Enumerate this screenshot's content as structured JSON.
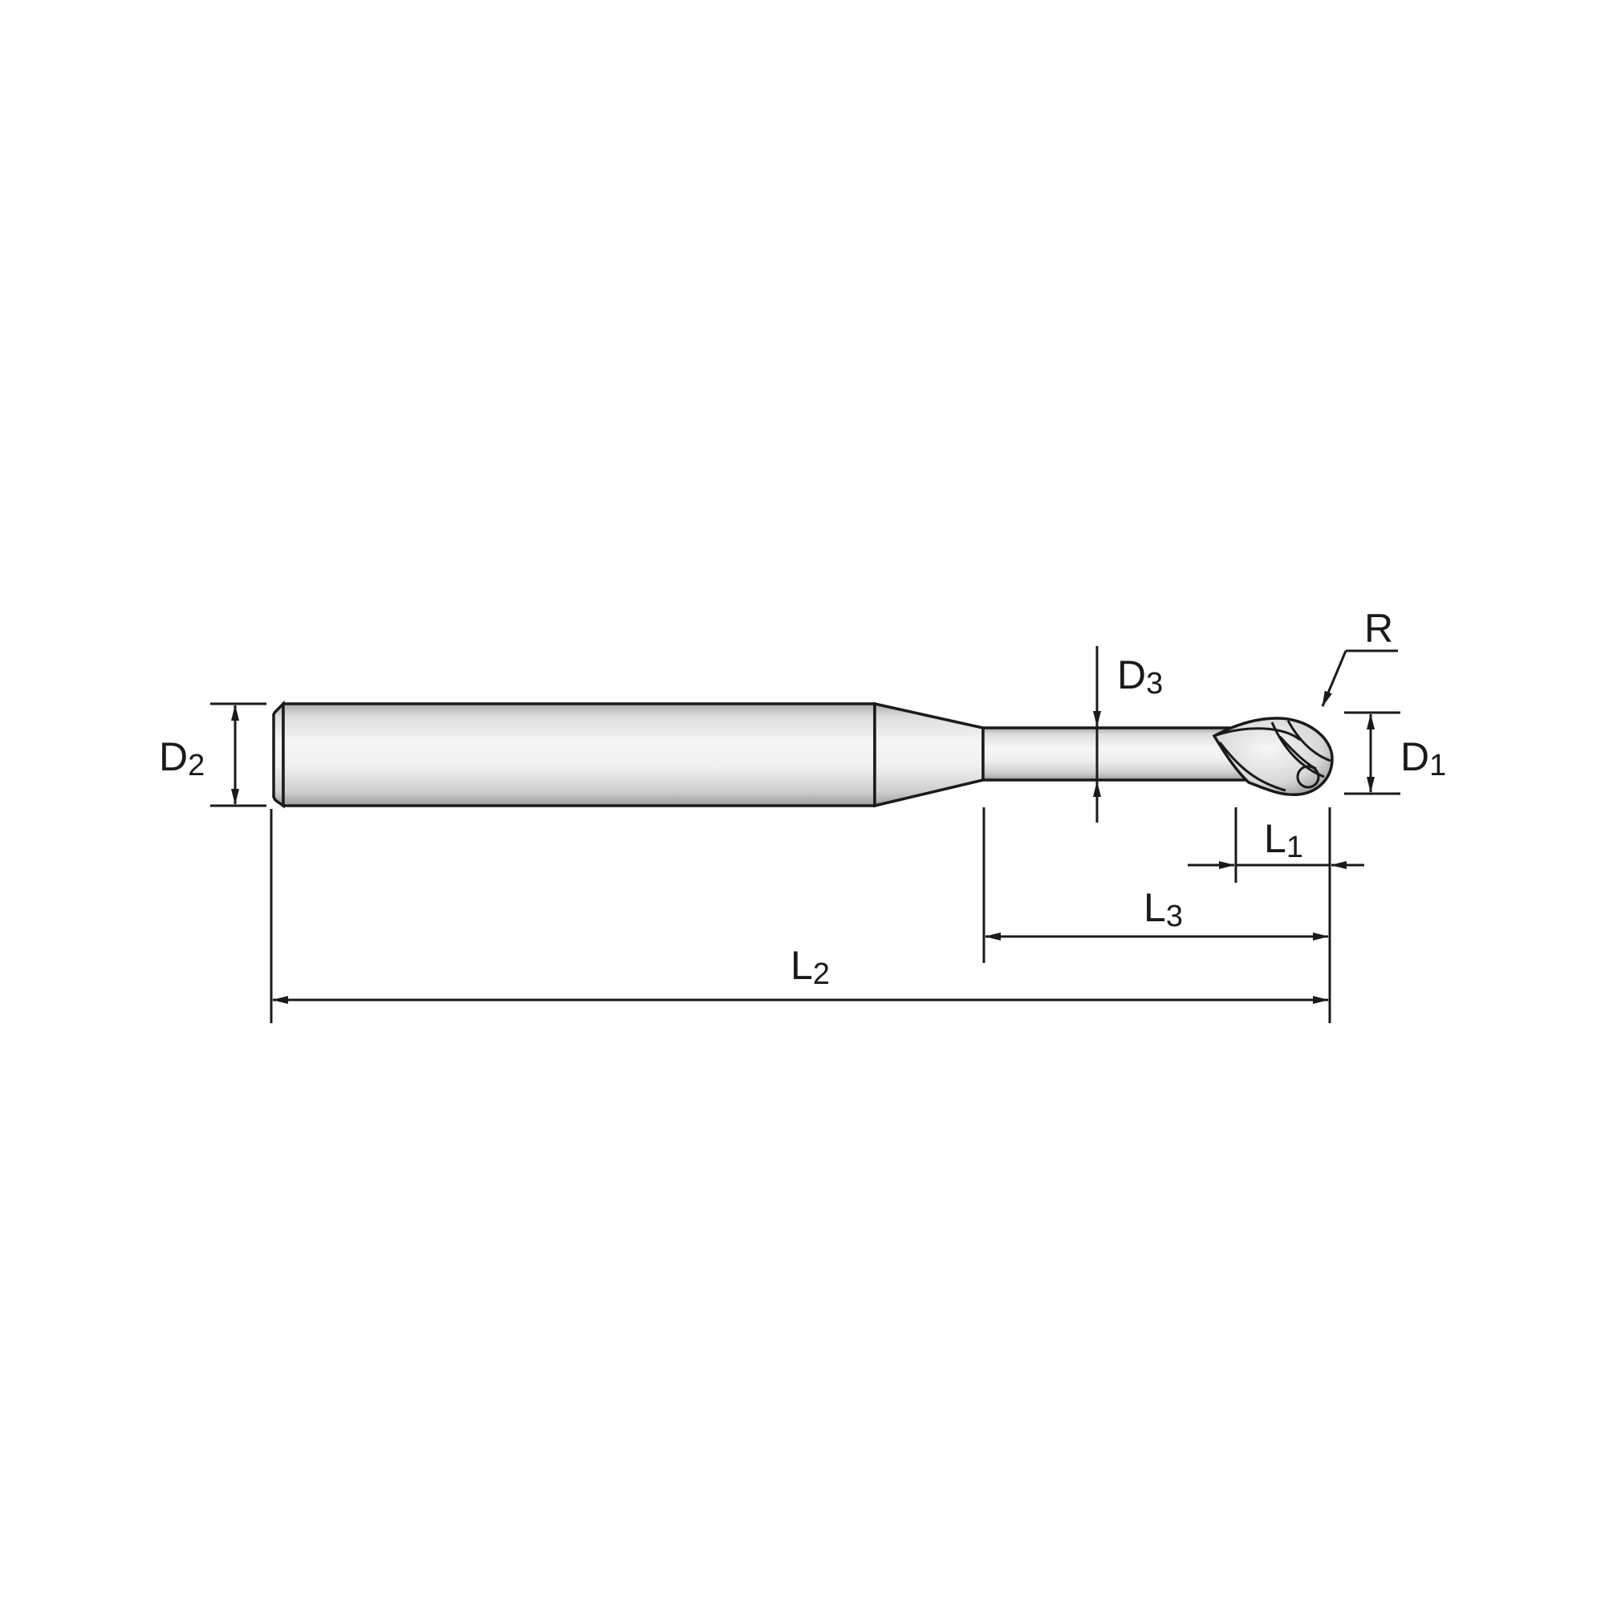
{
  "labels": {
    "d1": {
      "main": "D",
      "sub": "1"
    },
    "d2": {
      "main": "D",
      "sub": "2"
    },
    "d3": {
      "main": "D",
      "sub": "3"
    },
    "l1": {
      "main": "L",
      "sub": "1"
    },
    "l2": {
      "main": "L",
      "sub": "2"
    },
    "l3": {
      "main": "L",
      "sub": "3"
    },
    "r": {
      "main": "R"
    }
  },
  "colors": {
    "line": "#1a1a1a",
    "body_light": "#f4f4f4",
    "body_dark": "#b4b4b4"
  }
}
